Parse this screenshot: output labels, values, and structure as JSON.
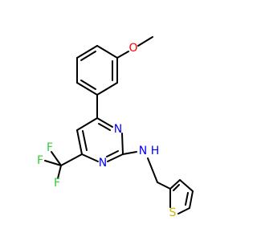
{
  "atoms": {
    "O": {
      "text": "O",
      "color": "#ff0000"
    },
    "N1": {
      "text": "N",
      "color": "#0000ff"
    },
    "N2": {
      "text": "N",
      "color": "#0000ff"
    },
    "NH_N": {
      "text": "N",
      "color": "#0000ff"
    },
    "NH_H": {
      "text": "H",
      "color": "#0000ff"
    },
    "F1": {
      "text": "F",
      "color": "#33cc33"
    },
    "F2": {
      "text": "F",
      "color": "#33cc33"
    },
    "F3": {
      "text": "F",
      "color": "#33cc33"
    },
    "S": {
      "text": "S",
      "color": "#ccb800"
    }
  }
}
